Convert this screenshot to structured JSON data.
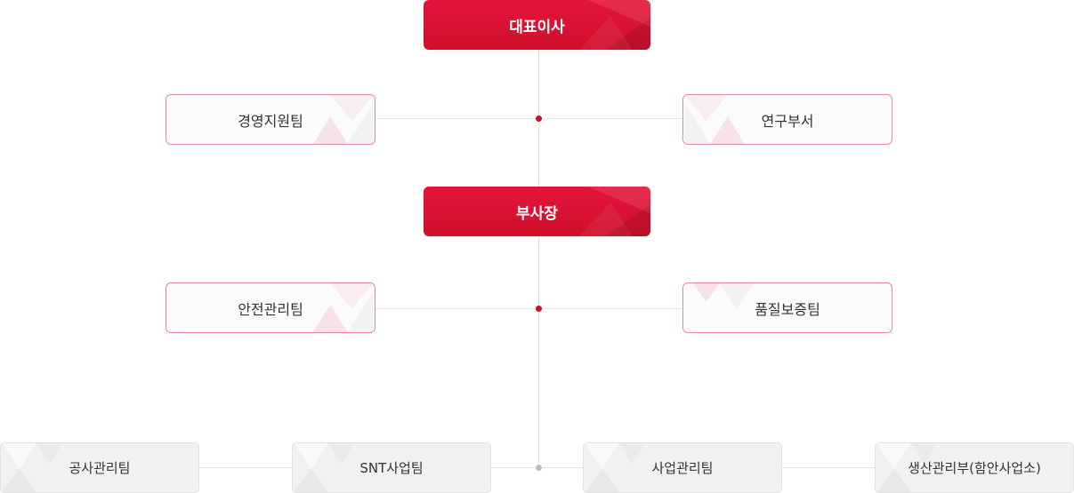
{
  "org": {
    "ceo": "대표이사",
    "management_support": "경영지원팀",
    "research": "연구부서",
    "vice_president": "부사장",
    "safety": "안전관리팀",
    "quality": "품질보증팀",
    "teams": [
      "공사관리팀",
      "SNT사업팀",
      "사업관리팀",
      "생산관리부(함안사업소)"
    ]
  },
  "colors": {
    "primary_red": "#d1102e",
    "secondary_border": "#e58c9c",
    "team_background": "#f1f1f1",
    "connector_line": "#e3e3e3"
  }
}
